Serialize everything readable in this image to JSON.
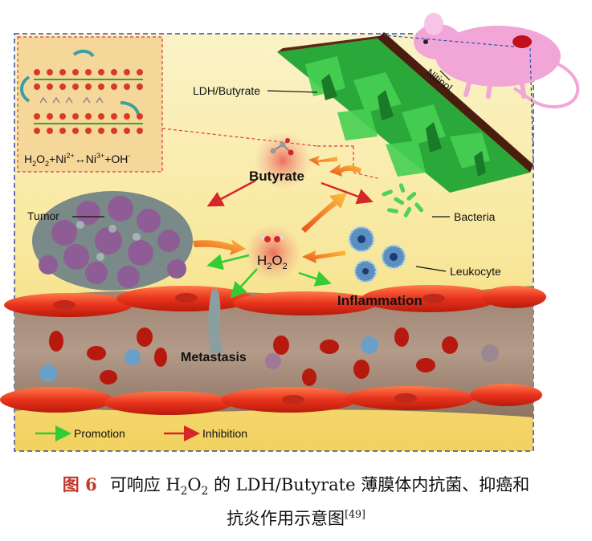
{
  "labels": {
    "ldh": "LDH/Butyrate",
    "nitinol": "Nitinol",
    "butyrate": "Butyrate",
    "tumor": "Tumor",
    "bacteria": "Bacteria",
    "leukocyte": "Leukocyte",
    "inflammation": "Inflammation",
    "metastasis": "Metastasis",
    "h2o2_main": "H",
    "h2o2_sub1": "2",
    "h2o2_o": "O",
    "h2o2_sub2": "2"
  },
  "inset": {
    "equation_h": "H",
    "equation_sub1": "2",
    "equation_o": "O",
    "equation_sub2": "2",
    "equation_rest1": "+Ni",
    "equation_sup1": "2+",
    "equation_arrow": "↔",
    "equation_rest2": "Ni",
    "equation_sup2": "3+",
    "equation_rest3": "+OH",
    "equation_sup3": "-"
  },
  "legend": {
    "promotion": "Promotion",
    "inhibition": "Inhibition",
    "promotion_color": "#33cc33",
    "inhibition_color": "#d62728"
  },
  "caption": {
    "fig_num": "图 6",
    "line1_a": "可响应 H",
    "line1_sub1": "2",
    "line1_b": "O",
    "line1_sub2": "2",
    "line1_c": " 的 LDH/Butyrate 薄膜体内抗菌、抑癌和",
    "line2_a": "抗炎作用示意图",
    "line2_ref": "[49]"
  }
}
